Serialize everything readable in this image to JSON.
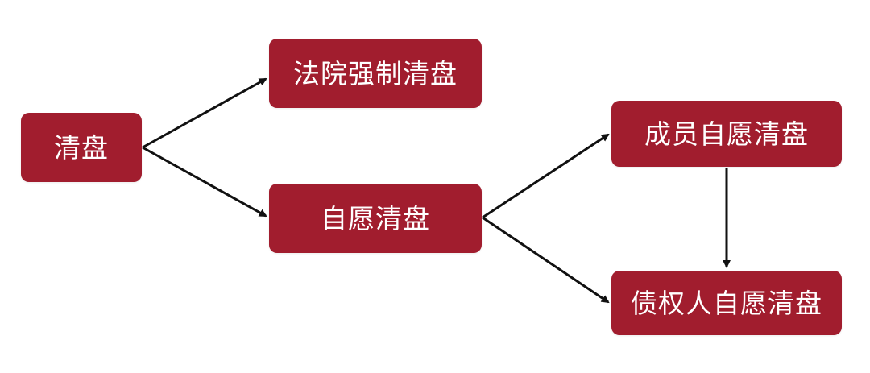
{
  "colors": {
    "node_fill": "#a11d2e",
    "node_text": "#ffffff",
    "arrow": "#111111"
  },
  "nodes": {
    "root": "清盘",
    "court": "法院强制清盘",
    "voluntary": "自愿清盘",
    "member": "成员自愿清盘",
    "creditor": "债权人自愿清盘"
  }
}
